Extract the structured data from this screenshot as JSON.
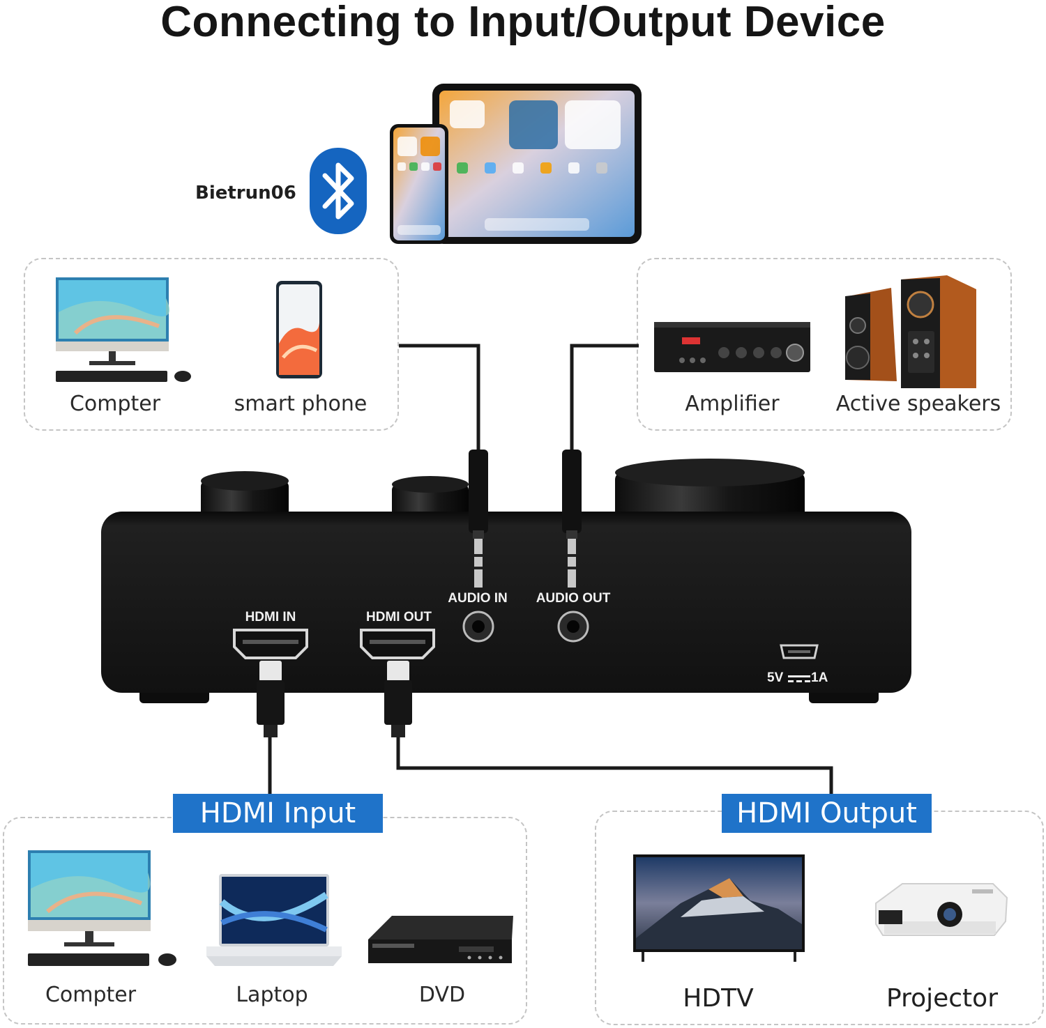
{
  "title": "Connecting to Input/Output Device",
  "bluetooth": {
    "name": "Bietrun06",
    "icon": "bluetooth-icon"
  },
  "audio_input_devices": [
    {
      "label": "Compter",
      "icon": "desktop-computer-icon"
    },
    {
      "label": "smart phone",
      "icon": "smartphone-icon"
    }
  ],
  "audio_output_devices": [
    {
      "label": "Amplifier",
      "icon": "amplifier-icon"
    },
    {
      "label": "Active speakers",
      "icon": "speakers-icon"
    }
  ],
  "device_ports": {
    "audio_in": "AUDIO IN",
    "audio_out": "AUDIO OUT",
    "hdmi_in": "HDMI IN",
    "hdmi_out": "HDMI OUT",
    "power": "5V",
    "power_current": "1A"
  },
  "hdmi_input": {
    "title": "HDMI Input",
    "devices": [
      {
        "label": "Compter",
        "icon": "desktop-computer-icon"
      },
      {
        "label": "Laptop",
        "icon": "laptop-icon"
      },
      {
        "label": "DVD",
        "icon": "dvd-player-icon"
      }
    ]
  },
  "hdmi_output": {
    "title": "HDMI Output",
    "devices": [
      {
        "label": "HDTV",
        "icon": "tv-icon"
      },
      {
        "label": "Projector",
        "icon": "projector-icon"
      }
    ]
  },
  "colors": {
    "banner": "#1f73c9",
    "device_body": "#151515",
    "cable": "#1a1a1a",
    "bluetooth": "#1565c0"
  }
}
